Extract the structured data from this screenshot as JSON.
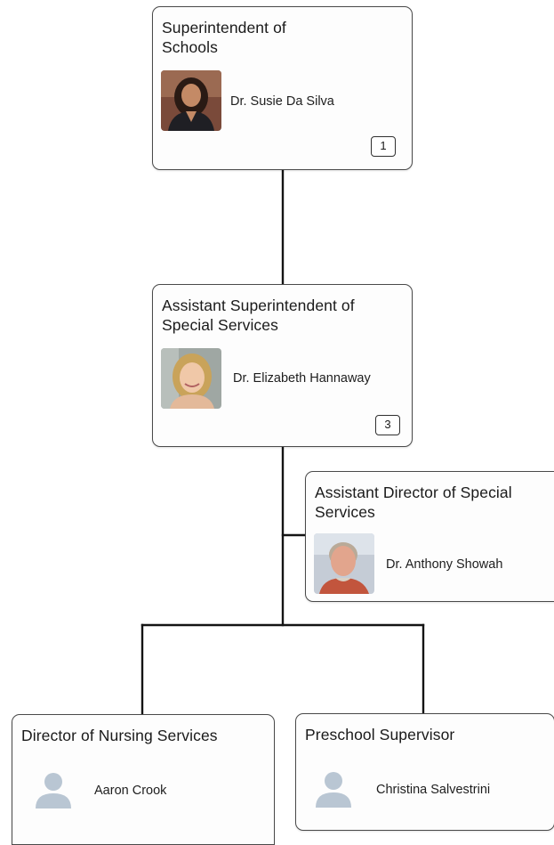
{
  "nodes": {
    "superintendent": {
      "title": "Superintendent of Schools",
      "name": "Dr. Susie Da Silva",
      "count": "1"
    },
    "asst_superintendent": {
      "title": "Assistant Superintendent of Special Services",
      "name": "Dr. Elizabeth Hannaway",
      "count": "3"
    },
    "asst_director": {
      "title": "Assistant Director of Special Services",
      "name": "Dr. Anthony Showah"
    },
    "nursing_director": {
      "title": "Director of Nursing Services",
      "name": "Aaron Crook"
    },
    "preschool_supervisor": {
      "title": "Preschool Supervisor",
      "name": "Christina Salvestrini"
    }
  },
  "colors": {
    "line": "#141414",
    "card_border": "#4a4a4a",
    "placeholder_avatar": "#b9c6d3"
  },
  "icons": {
    "photo": "person-photo-icon",
    "placeholder": "user-placeholder-icon",
    "count_badge": "reports-count-badge"
  }
}
